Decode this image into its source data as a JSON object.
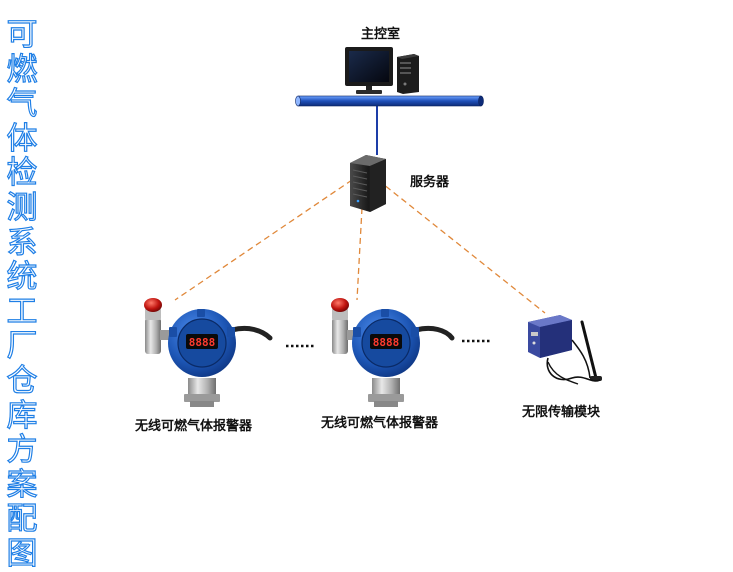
{
  "title_chars": [
    "可",
    "燃",
    "气",
    "体",
    "检",
    "测",
    "系",
    "统",
    "工",
    "厂",
    "仓",
    "库",
    "方",
    "案",
    "配",
    "图"
  ],
  "labels": {
    "control_room": "主控室",
    "server": "服务器",
    "alarm_1": "无线可燃气体报警器",
    "alarm_2": "无线可燃气体报警器",
    "module": "无限传输模块",
    "alarm_display": "8888"
  },
  "colors": {
    "title_outline": "#1f7fe6",
    "link_dash": "#e0883a",
    "bus": "#2c6fd1",
    "alarm_body": "#1d56b5"
  }
}
